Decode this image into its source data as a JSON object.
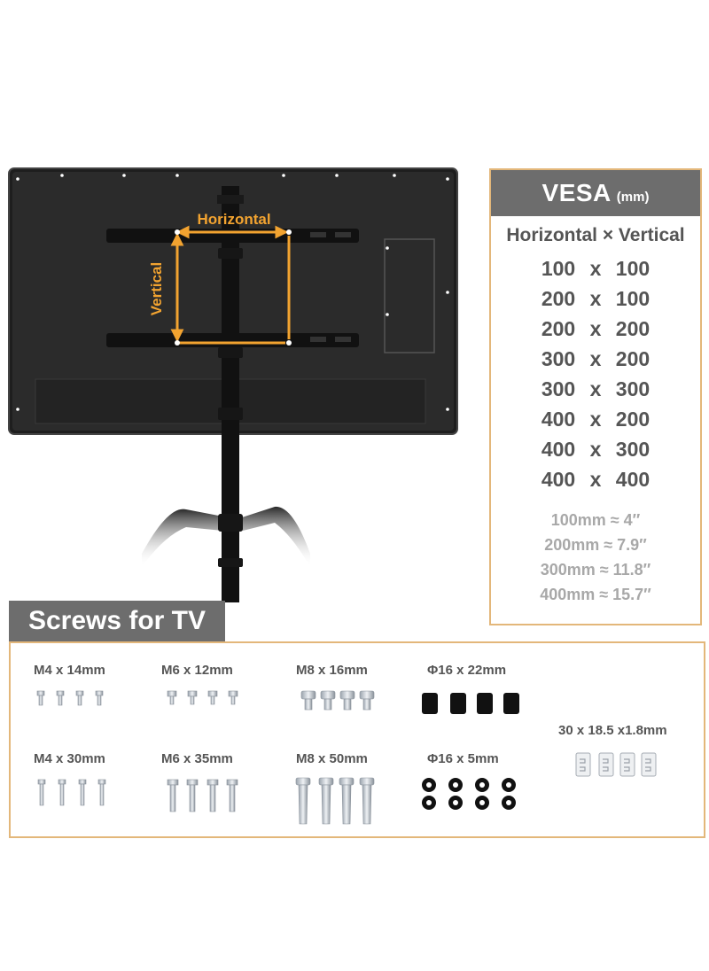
{
  "illustration": {
    "horizontal_label": "Horizontal",
    "vertical_label": "Vertical"
  },
  "vesa": {
    "title": "VESA",
    "unit": "(mm)",
    "subtitle": "Horizontal × Vertical",
    "sizes": [
      "100 x 100",
      "200 x 100",
      "200 x 200",
      "300 x 200",
      "300 x 300",
      "400 x 200",
      "400 x 300",
      "400 x 400"
    ],
    "conversions": [
      "100mm ≈ 4″",
      "200mm ≈ 7.9″",
      "300mm ≈ 11.8″",
      "400mm ≈ 15.7″"
    ]
  },
  "screws": {
    "title": "Screws for TV",
    "items": [
      {
        "label": "M4 x 14mm"
      },
      {
        "label": "M6 x 12mm"
      },
      {
        "label": "M8 x 16mm"
      },
      {
        "label": "Φ16 x 22mm"
      },
      {
        "label": "M4 x 30mm"
      },
      {
        "label": "M6 x 35mm"
      },
      {
        "label": "M8 x 50mm"
      },
      {
        "label": "Φ16 x 5mm"
      },
      {
        "label": "30 x 18.5 x1.8mm"
      }
    ]
  },
  "colors": {
    "accent_orange": "#f2a330",
    "panel_gray": "#6d6d6d",
    "border_tan": "#e3b77a"
  }
}
